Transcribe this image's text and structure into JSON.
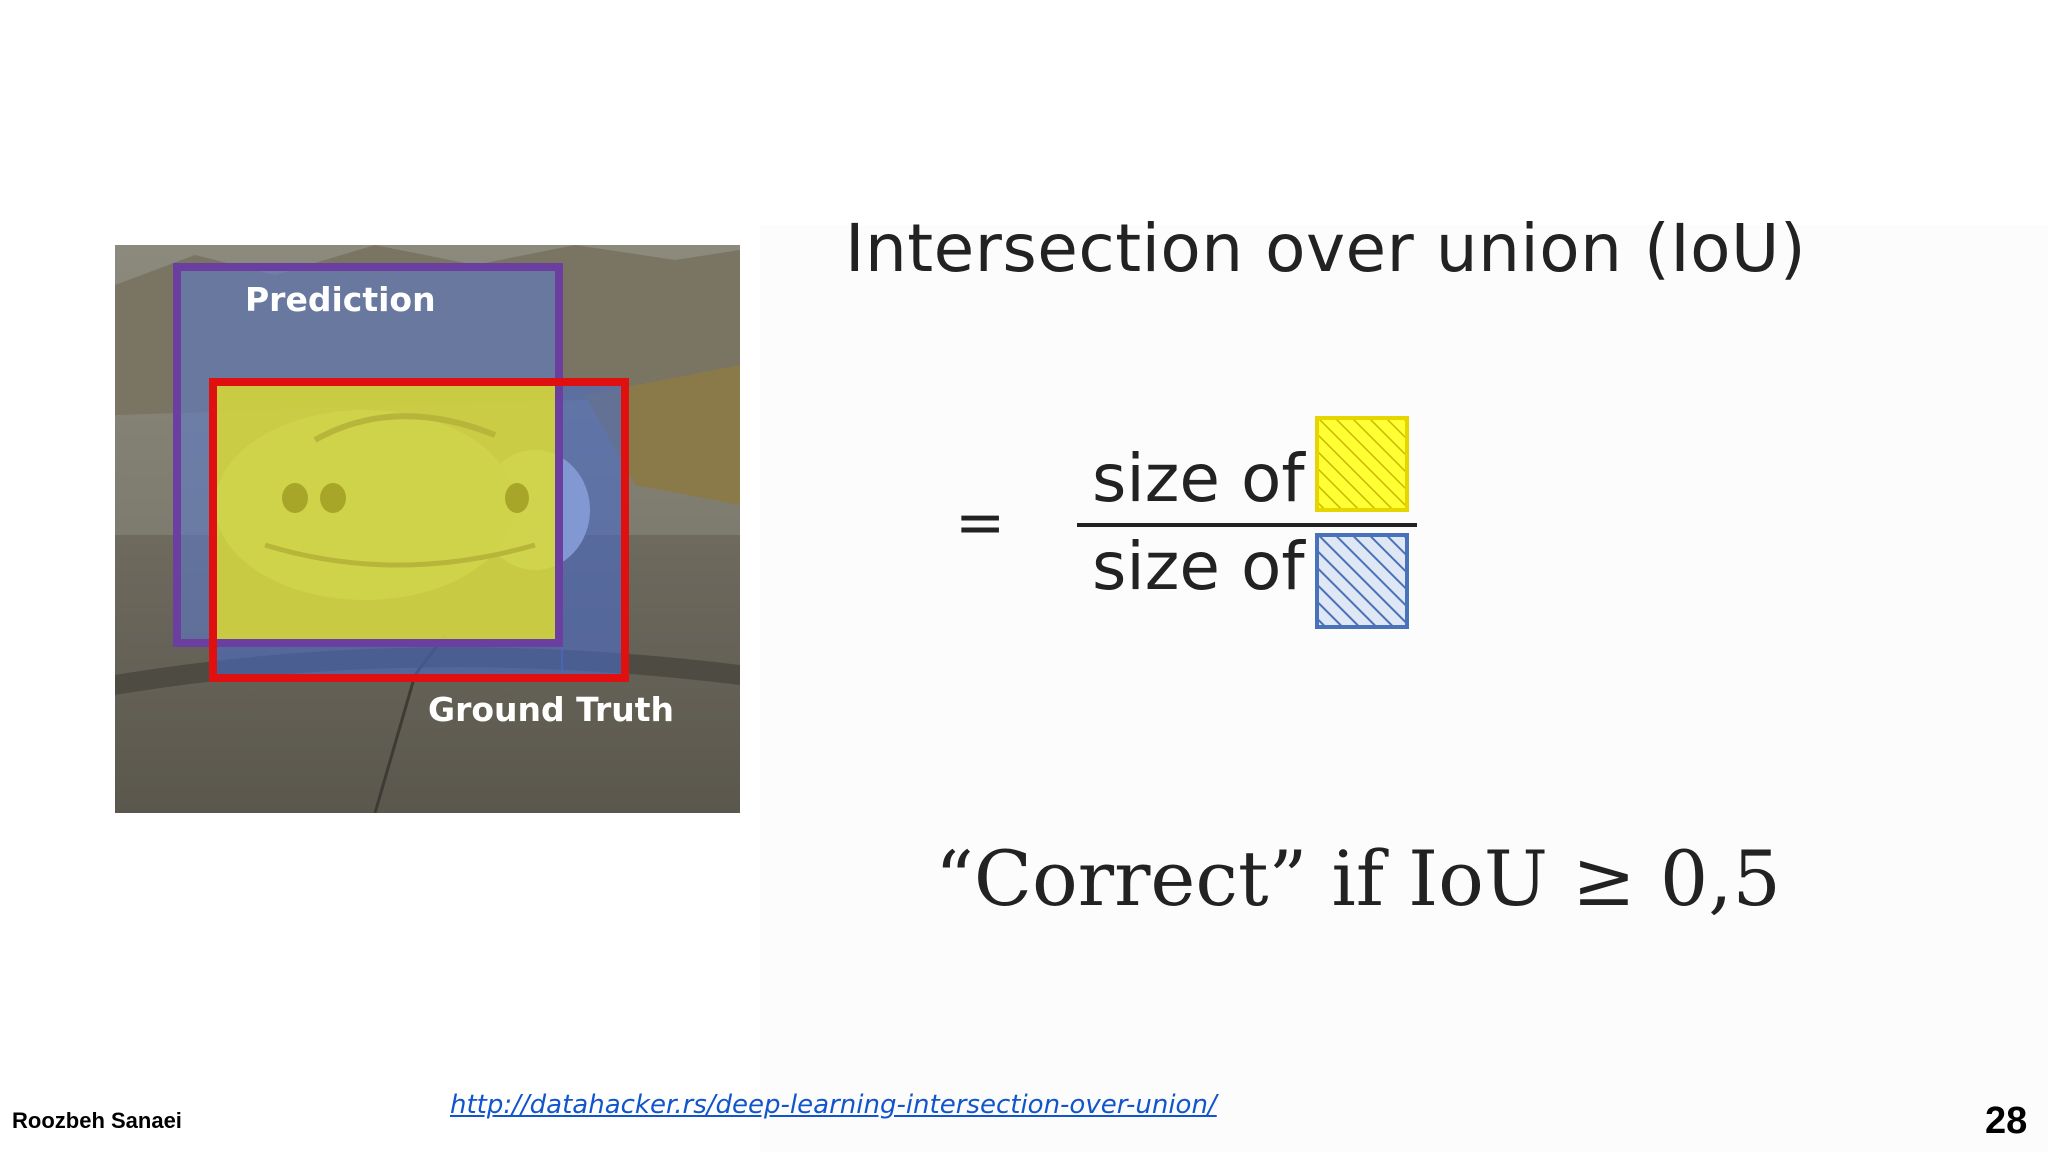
{
  "slide": {
    "title": "Intersection over union (IoU)",
    "equals_sign": "=",
    "numerator_text": "size of",
    "denominator_text": "size of",
    "correct_rule": "“Correct” if IoU ≥ 0,5",
    "page_number": "28"
  },
  "image_labels": {
    "prediction": "Prediction",
    "ground_truth": "Ground Truth"
  },
  "swatches": {
    "intersection": {
      "icon": "yellow-hatched-square-icon",
      "fill": "#ffff33",
      "border": "#e6d600"
    },
    "union": {
      "icon": "blue-hatched-square-icon",
      "fill": "#6f8fc0",
      "border": "#4a72b8"
    }
  },
  "box_colors": {
    "prediction": "#6b3fa0",
    "ground_truth": "#e01010"
  },
  "footer": {
    "author": "Roozbeh Sanaei",
    "link": "http://datahacker.rs/deep-learning-intersection-over-union/"
  }
}
